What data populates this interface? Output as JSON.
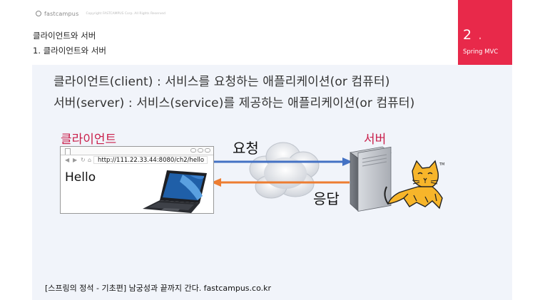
{
  "logo": {
    "text": "fastcampus",
    "subtext": "Copyright FASTCAMPUS Corp. All Rights Reserved"
  },
  "header": {
    "title": "클라이언트와 서버",
    "subtitle": "1. 클라이언트와 서버"
  },
  "badge": {
    "number": "2",
    "dot": ".",
    "label": "Spring MVC",
    "color": "#e8294a"
  },
  "content": {
    "line1": "클라이언트(client) : 서비스를 요청하는 애플리케이션(or 컴퓨터)",
    "line2": "서버(server) : 서비스(service)를 제공하는 애플리케이션(or 컴퓨터)"
  },
  "diagram": {
    "client_label": "클라이언트",
    "server_label": "서버",
    "request_label": "요청",
    "response_label": "응답",
    "url": "http://111.22.33.44:8080/ch2/hello",
    "browser_text": "Hello",
    "request_arrow_color": "#4472c4",
    "response_arrow_color": "#ed7d31",
    "label_color": "#c91e4a",
    "tm_mark": "TM"
  },
  "footer": {
    "text": "[스프링의 정석 - 기초편] 남궁성과 끝까지 간다.  fastcampus.co.kr"
  }
}
